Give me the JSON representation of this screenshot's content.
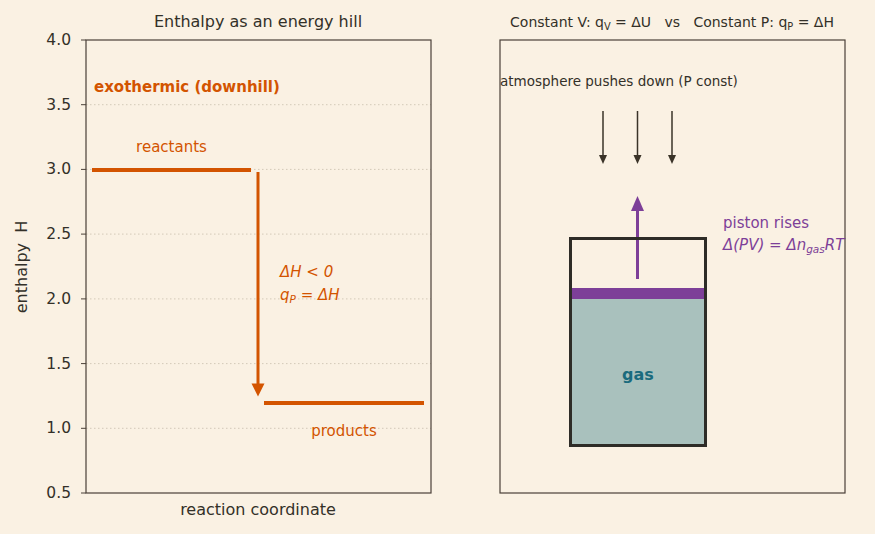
{
  "diagram": {
    "nodes": [
      {
        "text": [
          "reactants"
        ]
      },
      {
        "text": [
          "products"
        ]
      },
      {
        "text": [
          "gas"
        ]
      }
    ],
    "edges": [
      {
        "from": 0,
        "to": 1,
        "arrow": "to",
        "label": "ΔH < 0 qP = ΔH"
      }
    ],
    "labels": [
      "Enthalpy as an energy hill",
      "Constant V: qV = ΔU   vs   Constant P: qP = ΔH",
      "exothermic (downhill)",
      "4.0",
      "3.5",
      "3.0",
      "2.5",
      "2.0",
      "1.5",
      "1.0",
      "0.5",
      "enthalpy  H",
      "reaction coordinate",
      "atmosphere pushes down (P const)",
      "piston rises",
      "Δ(PV) = ΔngasRT"
    ]
  }
}
